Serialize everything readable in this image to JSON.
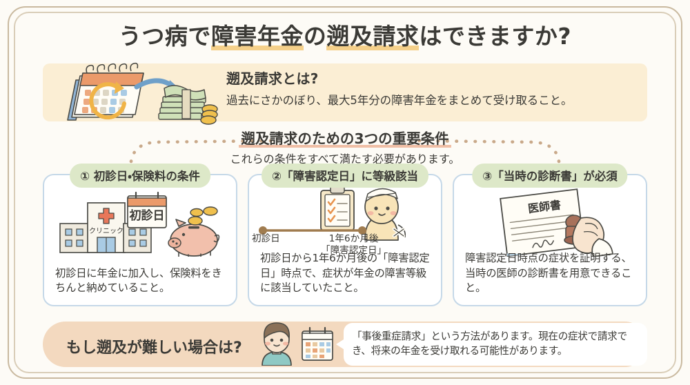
{
  "title": {
    "pre": "うつ病で",
    "highlight1": "障害年金",
    "mid": "の",
    "highlight2": "遡及請求",
    "post": "はできますか?"
  },
  "definition": {
    "heading": "遡及請求とは?",
    "body": "過去にさかのぼり、最大5年分の障害年金をまとめて受け取ること。",
    "illustration": "calendar-money-icon"
  },
  "section": {
    "heading": "遡及請求のための3つの重要条件",
    "subheading": "これらの条件をすべて満たす必要があります。"
  },
  "cards": [
    {
      "head": "① 初診日・保険料の条件",
      "body": "初診日に年金に加入し、保険料をきちんと納めていること。",
      "illustration": "clinic-calendar-piggybank-icon",
      "art_labels": {
        "clinic": "クリニック",
        "calendar": "初診日"
      }
    },
    {
      "head": "②「障害認定日」に等級該当",
      "body": "初診日から1年6か月後の「障害認定日」時点で、症状が年金の障害等級に該当していたこと。",
      "illustration": "clipboard-patient-icon",
      "timeline": {
        "left_label": "初診日",
        "right_label_line1": "1年6か月後",
        "right_label_line2": "「障害認定日」"
      }
    },
    {
      "head": "③「当時の診断書」が必須",
      "body": "障害認定日時点の症状を証明する、当時の医師の診断書を用意できること。",
      "illustration": "doctor-certificate-stamp-icon",
      "art_labels": {
        "document": "医師書"
      }
    }
  ],
  "bottom": {
    "question": "もし遡及が難しい場合は?",
    "answer": "「事後重症請求」という方法があります。現在の症状で請求でき、将来の年金を受け取れる可能性があります。",
    "illustration_person": "person-icon",
    "illustration_calendar": "calendar-icon"
  },
  "colors": {
    "page_background": "#fdfbf6",
    "frame": "#c9b99f",
    "band_cream": "#fbeed4",
    "card_border": "#c5d8e8",
    "card_head": "#dde8c8",
    "bottom_band": "#f3d9bf",
    "title_highlight": "#f5d08a",
    "section_highlight": "#f0bfa6",
    "timeline": "#a07c4f",
    "text": "#3b3a36"
  }
}
